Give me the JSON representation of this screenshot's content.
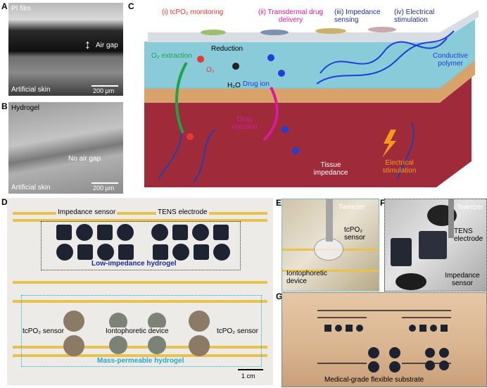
{
  "panels": {
    "A": {
      "letter": "A",
      "top_label": "PI film",
      "arrow_label": "Air gap",
      "bottom_label": "Artificial skin",
      "scale": "200 μm"
    },
    "B": {
      "letter": "B",
      "top_label": "Hydrogel",
      "mid_label": "No air gap",
      "bottom_label": "Artificial skin",
      "scale": "200 μm"
    },
    "C": {
      "letter": "C",
      "title_i": "(i) tcPO₂ monitoring",
      "title_ii": "(ii) Transdermal drug delivery",
      "title_iii": "(iii) Impedance sensing",
      "title_iv": "(iv) Electrical stimulation",
      "o2_extraction": "O₂ extraction",
      "reduction": "Reduction",
      "o2": "O₂",
      "h2o": "H₂O",
      "drug_ion": "Drug ion",
      "drug_injection": "Drug injection",
      "tissue_impedance": "Tissue impedance",
      "electrical_stimulation": "Electrical stimulation",
      "conductive_polymer": "Conductive polymer"
    },
    "D": {
      "letter": "D",
      "impedance_sensor": "Impedance sensor",
      "tens_electrode": "TENS electrode",
      "low_impedance": "Low-impedance hydrogel",
      "tcpo2_left": "tcPO₂ sensor",
      "iontophoretic": "Iontophoretic device",
      "tcpo2_right": "tcPO₂ sensor",
      "mass_permeable": "Mass-permeable hydrogel",
      "scale": "1 cm"
    },
    "E": {
      "letter": "E",
      "tweezer": "Tweezer",
      "tcpo2_sensor": "tcPO₂ sensor",
      "iontophoretic_device": "Iontophoretic device"
    },
    "F": {
      "letter": "F",
      "tweezer": "Tweezer",
      "tens_electrode": "TENS electrode",
      "impedance_sensor": "Impedance sensor"
    },
    "G": {
      "letter": "G",
      "caption": "Medical-grade flexible substrate"
    }
  },
  "colors": {
    "red": "#e53935",
    "magenta": "#d81b9c",
    "blue": "#1e3fd8",
    "green": "#1fa34a",
    "orange": "#f39a1e",
    "cyan": "#2aa7c9",
    "navy": "#1f2c8f"
  }
}
